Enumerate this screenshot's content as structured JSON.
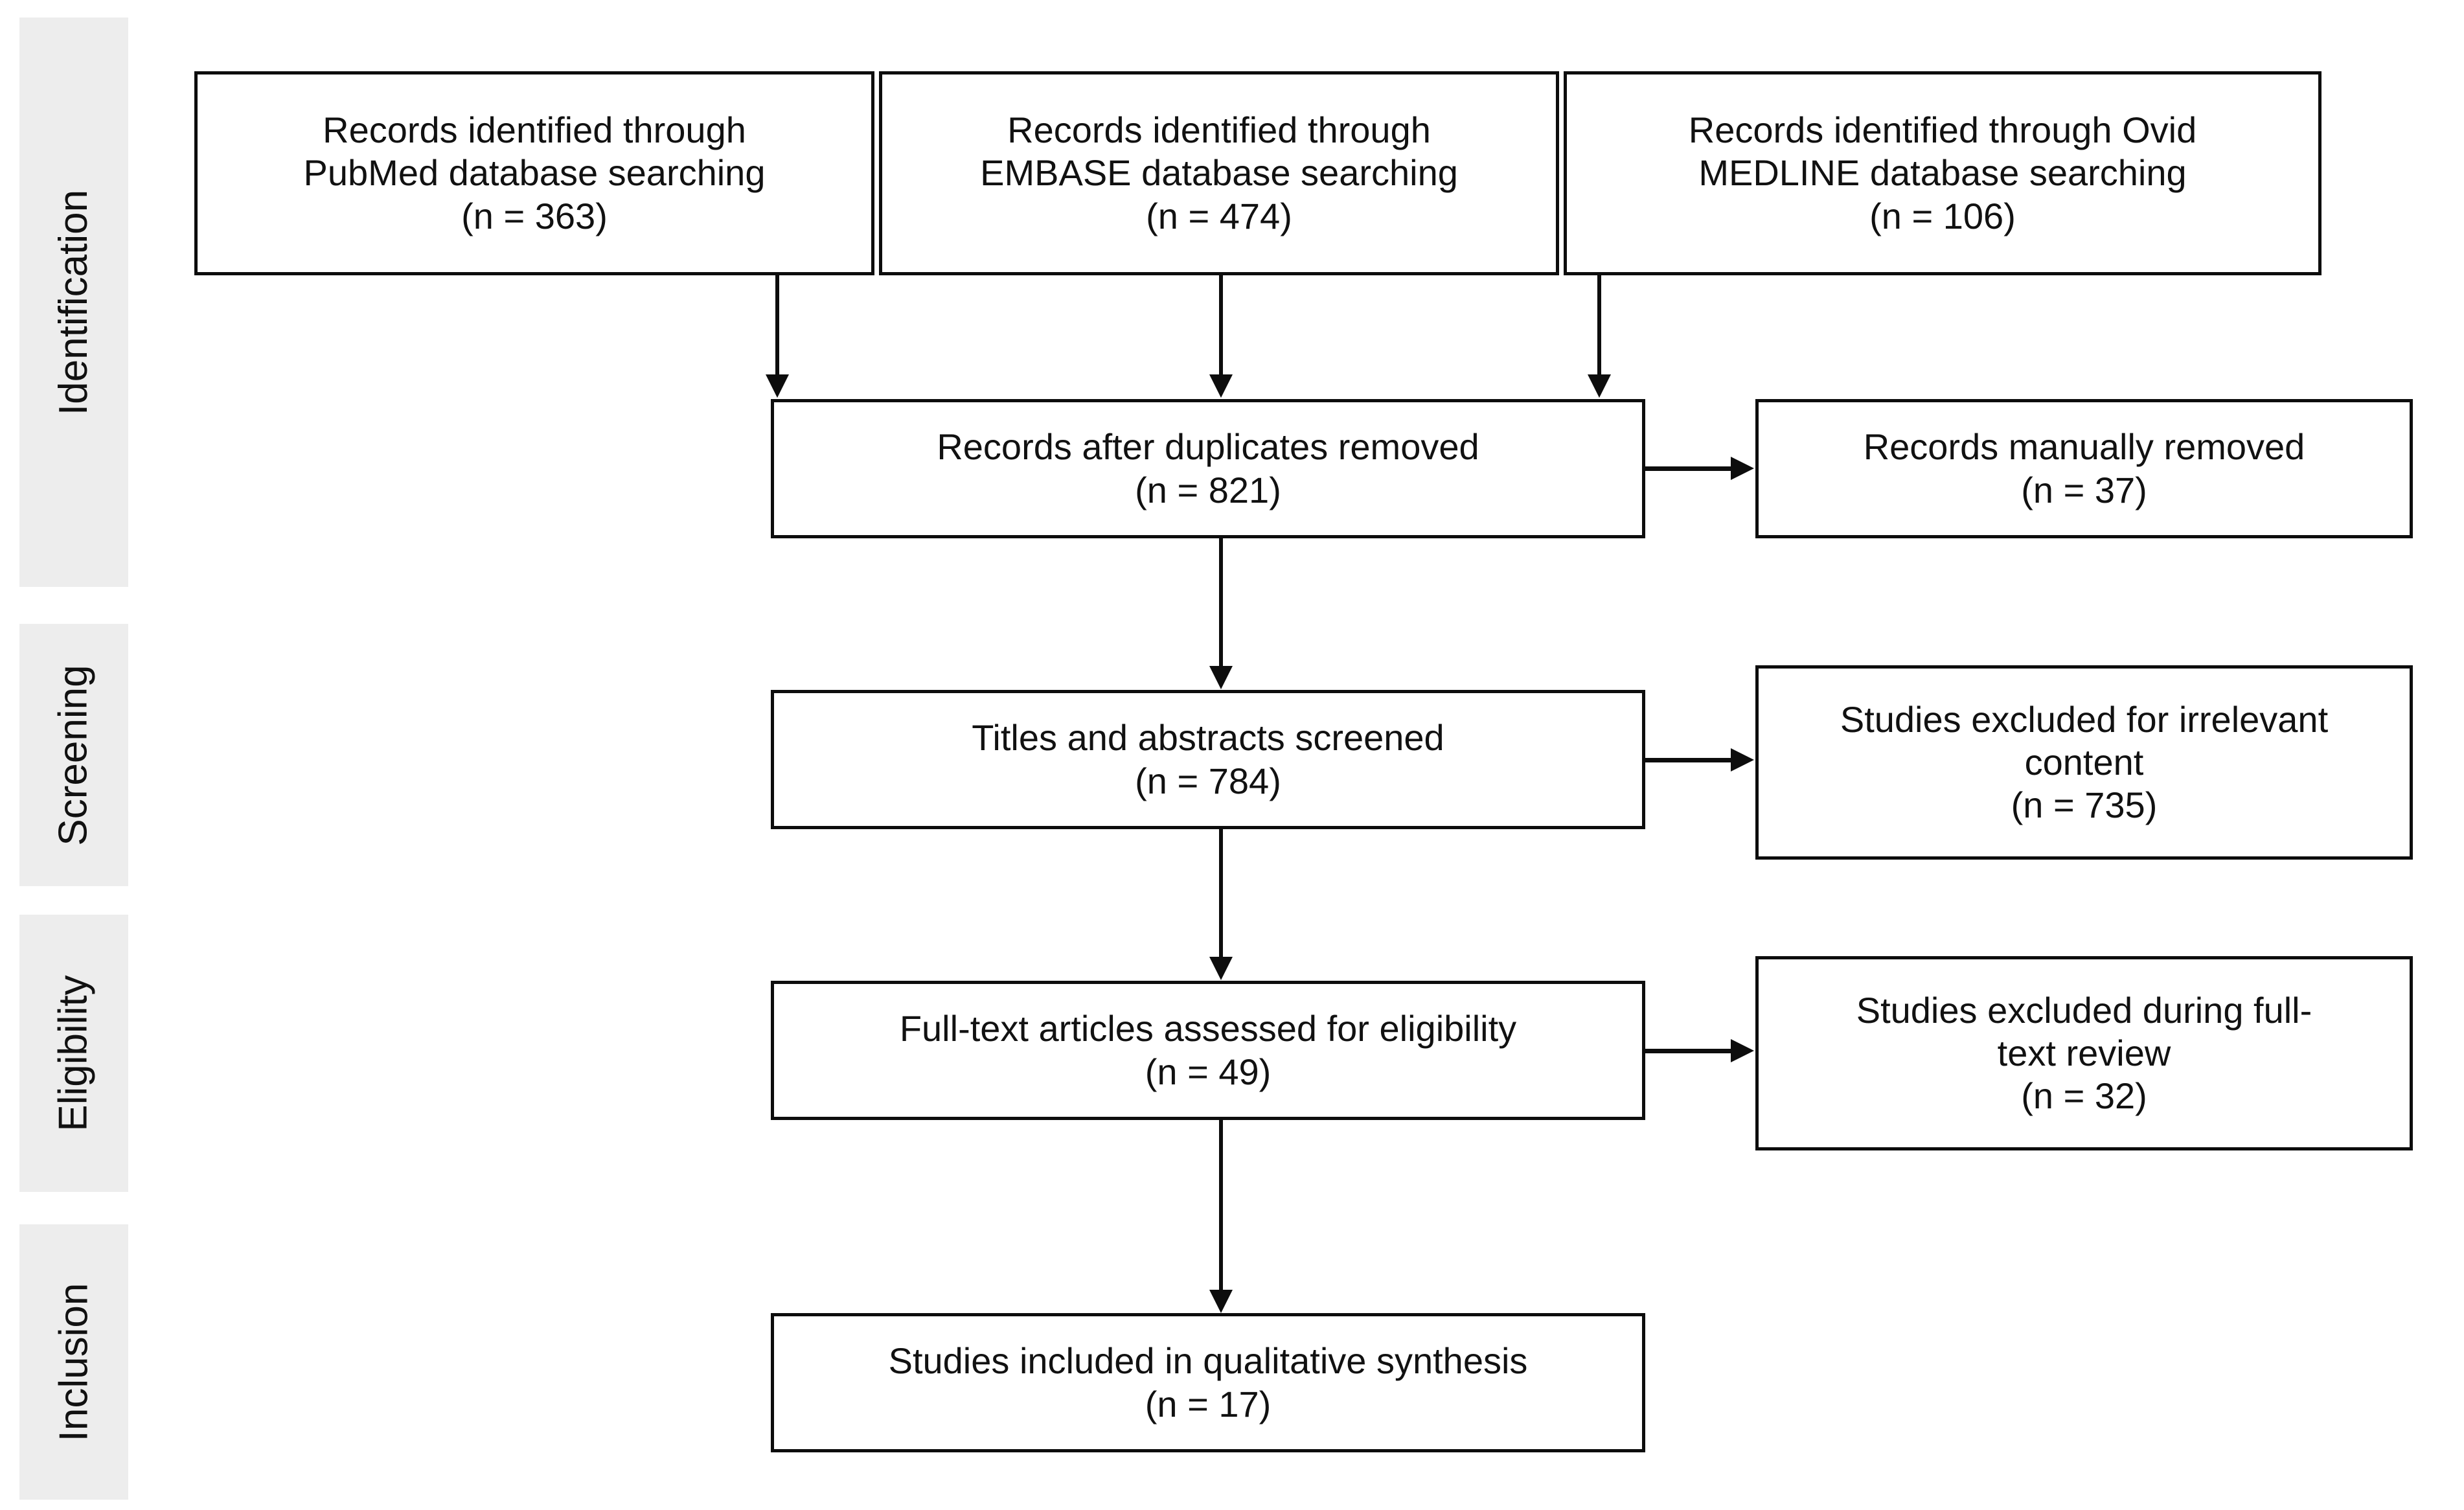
{
  "diagram": {
    "type": "prisma-flow-diagram",
    "stages": [
      {
        "id": "identification",
        "label": "Identification"
      },
      {
        "id": "screening",
        "label": "Screening"
      },
      {
        "id": "eligibility",
        "label": "Eligibility"
      },
      {
        "id": "inclusion",
        "label": "Inclusion"
      }
    ],
    "boxes": {
      "pubmed": {
        "line1": "Records identified through",
        "line2": "PubMed database searching",
        "line3": "(n = 363)",
        "count": 363
      },
      "embase": {
        "line1": "Records identified through",
        "line2": "EMBASE  database searching",
        "line3": "(n = 474)",
        "count": 474
      },
      "ovid_medline": {
        "line1": "Records identified through Ovid",
        "line2": "MEDLINE  database searching",
        "line3": "(n = 106)",
        "count": 106
      },
      "duplicates_removed": {
        "line1": "Records after duplicates removed",
        "line2": "(n = 821)",
        "count": 821
      },
      "manually_removed": {
        "line1": "Records manually removed",
        "line2": "(n = 37)",
        "count": 37
      },
      "titles_abstracts": {
        "line1": "Titles and abstracts screened",
        "line2": "(n = 784)",
        "count": 784
      },
      "excluded_irrelevant": {
        "line1": "Studies excluded for irrelevant",
        "line2": "content",
        "line3": "(n = 735)",
        "count": 735
      },
      "fulltext_assessed": {
        "line1": "Full-text articles assessed for eligibility",
        "line2": "(n = 49)",
        "count": 49
      },
      "excluded_fulltext": {
        "line1": "Studies excluded during full-",
        "line2": "text review",
        "line3": "(n = 32)",
        "count": 32
      },
      "included_qualitative": {
        "line1": "Studies included in qualitative synthesis",
        "line2": "(n = 17)",
        "count": 17
      }
    },
    "colors": {
      "stroke": "#0d0d0d",
      "band_fill": "#ededed",
      "text": "#111111",
      "background": "#ffffff"
    }
  }
}
